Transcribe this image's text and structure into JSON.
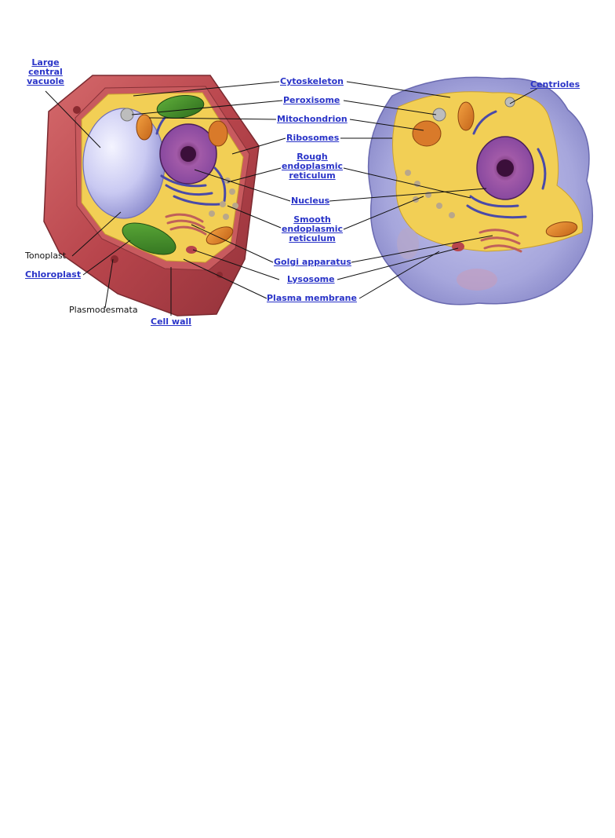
{
  "labels": {
    "large_central_vacuole": [
      "Large",
      "central",
      "vacuole"
    ],
    "cytoskeleton": "Cytoskeleton",
    "peroxisome": "Peroxisome",
    "mitochondrion": "Mitochondrion",
    "ribosomes": "Ribosomes",
    "rough_er": [
      "Rough",
      "endoplasmic",
      "reticulum"
    ],
    "nucleus": "Nucleus",
    "smooth_er": [
      "Smooth",
      "endoplasmic",
      "reticulum"
    ],
    "golgi": "Golgi apparatus",
    "lysosome": "Lysosome",
    "plasma_membrane": "Plasma membrane",
    "centrioles": "Centrioles",
    "tonoplast": "Tonoplast",
    "chloroplast": "Chloroplast",
    "plasmodesmata": "Plasmodesmata",
    "cell_wall": "Cell wall"
  },
  "colors": {
    "link": "#2a34c8",
    "cell_wall": "#b8454c",
    "cytoplasm": "#f2cf55",
    "vacuole": "#c9c9f2",
    "nucleus": "#8a4aa0",
    "chloroplast": "#3f8a2a",
    "animal_membrane": "#9a9ad8"
  }
}
